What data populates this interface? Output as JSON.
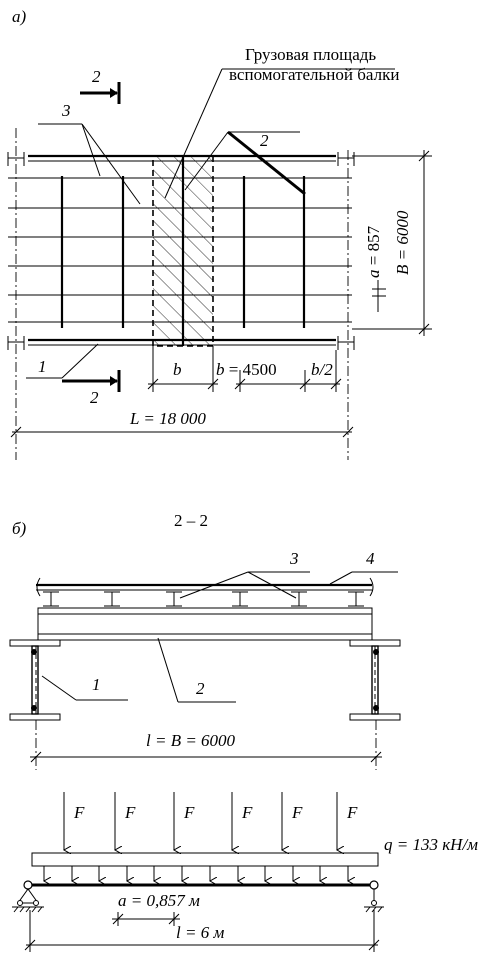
{
  "panel_a": {
    "label": "а)",
    "section_mark": "2",
    "callout_label_line1": "Грузовая площадь",
    "callout_label_line2": "вспомогательной балки",
    "item_3": "3",
    "item_2": "2",
    "item_1": "1",
    "dim_a_var": "a",
    "dim_a_val": " = 857",
    "dim_B": "B = 6000",
    "dim_b1": "b",
    "dim_b2_var": "b",
    "dim_b2_val": " = 4500",
    "dim_b_half": "b/2",
    "dim_L": "L = 18 000"
  },
  "panel_b": {
    "label": "б)",
    "section_title": "2 – 2",
    "item_3": "3",
    "item_4": "4",
    "item_1": "1",
    "item_2": "2",
    "dim_l": "l = B = 6000",
    "force_label": "F",
    "load_q": "q = 133 кН/м",
    "dim_a": "a = 0,857 м",
    "dim_l_m": "l = 6 м"
  }
}
